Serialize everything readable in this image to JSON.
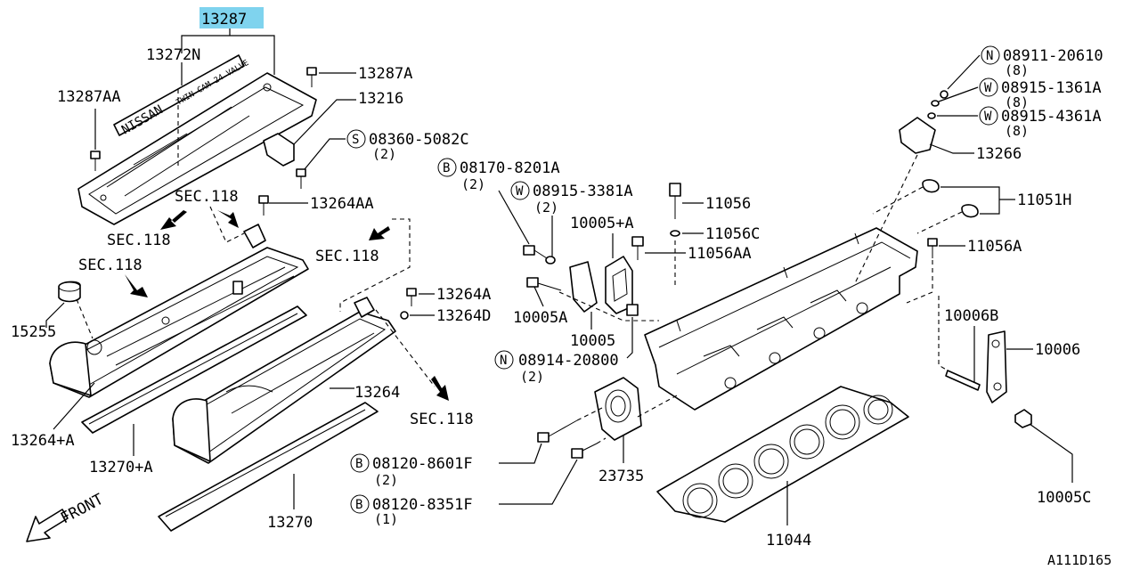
{
  "labels": {
    "p13287": "13287",
    "p13272N": "13272N",
    "p13287A": "13287A",
    "p13287AA": "13287AA",
    "p13216": "13216",
    "p08360": "08360-5082C",
    "p08360_qty": "(2)",
    "sec118_a": "SEC.118",
    "sec118_b": "SEC.118",
    "sec118_c": "SEC.118",
    "sec118_d": "SEC.118",
    "sec118_e": "SEC.118",
    "p13264AA": "13264AA",
    "p15255": "15255",
    "p13264A": "13264A",
    "p13264D": "13264D",
    "p13264": "13264",
    "p13264plusA": "13264+A",
    "p13270plusA": "13270+A",
    "p13270": "13270",
    "front": "FRONT",
    "p08170": "08170-8201A",
    "p08170_qty": "(2)",
    "p08915_3381": "08915-3381A",
    "p08915_3381_qty": "(2)",
    "p10005plusA": "10005+A",
    "p11056": "11056",
    "p11056C": "11056C",
    "p11056AA": "11056AA",
    "p10005A": "10005A",
    "p10005": "10005",
    "p08914": "08914-20800",
    "p08914_qty": "(2)",
    "p08911": "08911-20610",
    "p08911_qty": "(8)",
    "p08915_1361": "08915-1361A",
    "p08915_1361_qty": "(8)",
    "p08915_4361": "08915-4361A",
    "p08915_4361_qty": "(8)",
    "p13266": "13266",
    "p11051H": "11051H",
    "p11056A": "11056A",
    "p10006B": "10006B",
    "p10006": "10006",
    "p10005C": "10005C",
    "p08120_8601": "08120-8601F",
    "p08120_8601_qty": "(2)",
    "p08120_8351": "08120-8351F",
    "p08120_8351_qty": "(1)",
    "p23735": "23735",
    "p11044": "11044",
    "diagram_id": "A111D165"
  },
  "prefixes": {
    "s": "S",
    "b": "B",
    "w": "W",
    "n": "N"
  },
  "cover_text": {
    "brand": "NISSAN",
    "engine": "TWIN CAM 24 VALVE"
  },
  "colors": {
    "highlight": "#7fd3ee",
    "ink": "#000000"
  }
}
